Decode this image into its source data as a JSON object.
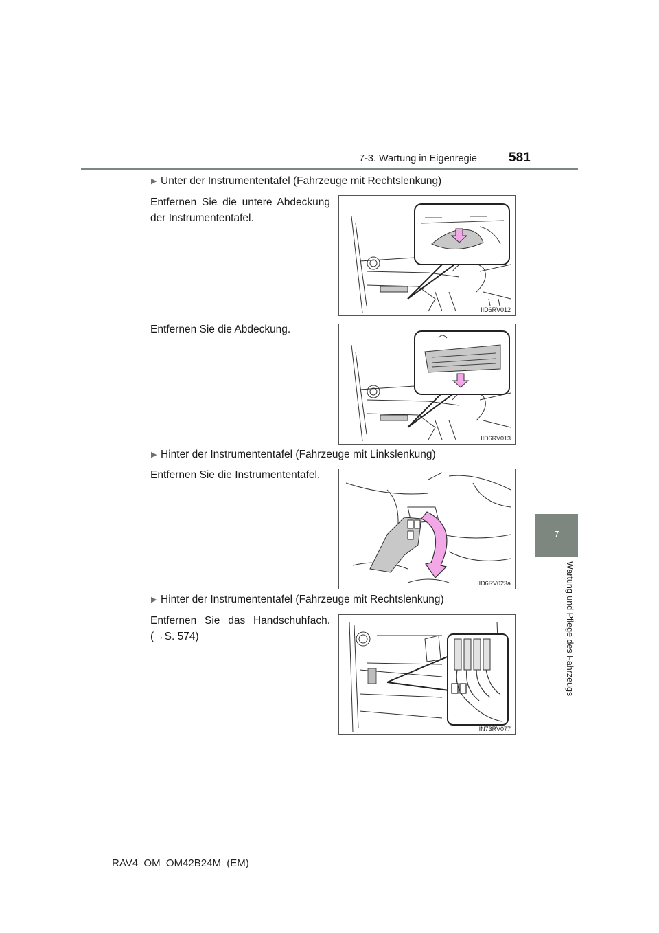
{
  "header": {
    "section": "7-3. Wartung in Eigenregie",
    "page_number": "581"
  },
  "side_tab": {
    "chapter_number": "7",
    "chapter_title": "Wartung und Pflege des Fahrzeugs"
  },
  "sections": [
    {
      "heading": "Unter der Instrumententafel (Fahrzeuge mit Rechtslenkung)",
      "steps": [
        {
          "text_line1": "Entfernen Sie die untere Abdeckung",
          "text_line2": "der Instrumententafel.",
          "figure_code": "IID6RV012"
        },
        {
          "text_line1": "Entfernen Sie die Abdeckung.",
          "figure_code": "IID6RV013"
        }
      ]
    },
    {
      "heading": "Hinter der Instrumententafel (Fahrzeuge mit Linkslenkung)",
      "steps": [
        {
          "text_line1": "Entfernen Sie die Instrumententafel.",
          "figure_code": "IID6RV023a"
        }
      ]
    },
    {
      "heading": "Hinter der Instrumententafel (Fahrzeuge mit Rechtslenkung)",
      "steps": [
        {
          "text_line1": "Entfernen Sie das Handschuhfach.",
          "text_line2": "(→S. 574)",
          "figure_code": "IN73RV077"
        }
      ]
    }
  ],
  "footer": {
    "manual_code": "RAV4_OM_OM42B24M_(EM)"
  },
  "colors": {
    "tab_gray": "#7d8780",
    "arrow_pink": "#f2a8e6"
  },
  "icons": {
    "bullet": "triangle-right-icon"
  }
}
